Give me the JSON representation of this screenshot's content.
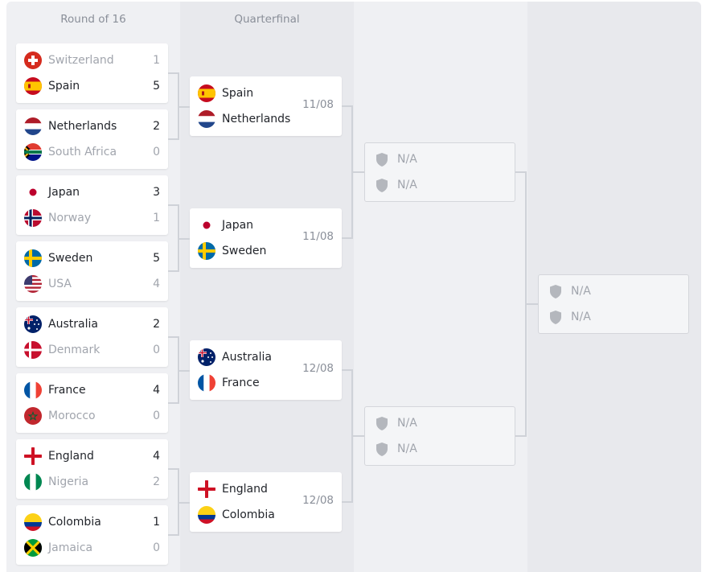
{
  "rounds": {
    "r16": "Round of 16",
    "qf": "Quarterfinal",
    "sf": "",
    "final": ""
  },
  "r16_matches": [
    {
      "home": {
        "name": "Switzerland",
        "score": "1"
      },
      "away": {
        "name": "Spain",
        "score": "5"
      }
    },
    {
      "home": {
        "name": "Netherlands",
        "score": "2"
      },
      "away": {
        "name": "South Africa",
        "score": "0"
      }
    },
    {
      "home": {
        "name": "Japan",
        "score": "3"
      },
      "away": {
        "name": "Norway",
        "score": "1"
      }
    },
    {
      "home": {
        "name": "Sweden",
        "score": "5"
      },
      "away": {
        "name": "USA",
        "score": "4"
      }
    },
    {
      "home": {
        "name": "Australia",
        "score": "2"
      },
      "away": {
        "name": "Denmark",
        "score": "0"
      }
    },
    {
      "home": {
        "name": "France",
        "score": "4"
      },
      "away": {
        "name": "Morocco",
        "score": "0"
      }
    },
    {
      "home": {
        "name": "England",
        "score": "4"
      },
      "away": {
        "name": "Nigeria",
        "score": "2"
      }
    },
    {
      "home": {
        "name": "Colombia",
        "score": "1"
      },
      "away": {
        "name": "Jamaica",
        "score": "0"
      }
    }
  ],
  "qf_matches": [
    {
      "home": "Spain",
      "away": "Netherlands",
      "date": "11/08"
    },
    {
      "home": "Japan",
      "away": "Sweden",
      "date": "11/08"
    },
    {
      "home": "Australia",
      "away": "France",
      "date": "12/08"
    },
    {
      "home": "England",
      "away": "Colombia",
      "date": "12/08"
    }
  ],
  "sf_matches": [
    {
      "home": "N/A",
      "away": "N/A"
    },
    {
      "home": "N/A",
      "away": "N/A"
    }
  ],
  "final_match": {
    "home": "N/A",
    "away": "N/A"
  },
  "icons": {
    "placeholder": "shield-icon",
    "flags": "country-flag-icon"
  },
  "colors": {
    "winner_text": "#22252b",
    "loser_text": "#a1a5ad",
    "column_light": "#eff0f3",
    "column_dark": "#e8e9ed",
    "connector": "#cfd2d8"
  }
}
